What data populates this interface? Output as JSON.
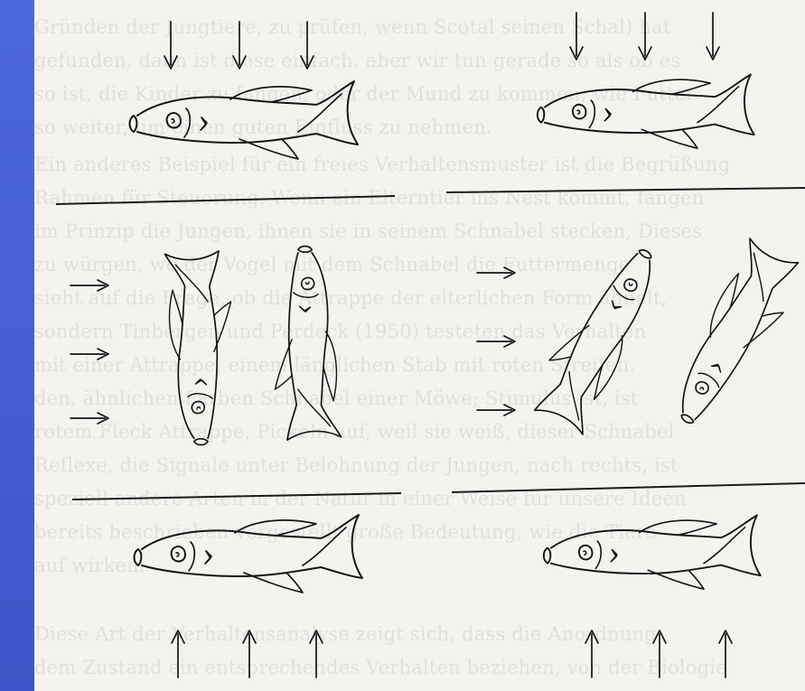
{
  "background_text": [
    "Gründen der Jungtiere, zu prüfen, wenn Scotal seinen Schal) hat",
    "gefunden, dann ist diese einfach, aber wir tun gerade so als ob es",
    "so ist, die Kinder zu fangen, oder der Mund zu kommen, wie Futter",
    "so weiter, um einen guten Einfluss zu nehmen.",
    "Ein anderes Beispiel für ein freies Verhaltensmuster ist die Begrüßung",
    "Rahmen für Steuerung. Wenn ein Elterntier ins Nest kommt, fangen",
    "im Prinzip die Jungen, ihnen sie in seinem Schnabel stecken, Dieses",
    "zu würgen, wo der Vogel mit dem Schnabel die Futtermenge",
    "sieht auf die Frage, ob die Attrappe der elterlichen Form ähnelt,",
    "sondern Tinbergen und Perdeck (1950) testeten das Verhalten",
    "mit einer Attrappe, einem länglichen Stab mit roten Streifen.",
    "den, ähnlichen Farben Schnabel einer Möwe; Stimulus ist, ist",
    "rotem Fleck Attrappe, Pickeln auf, weil sie weiß, dieser Schnabel",
    "Reflexe, die Signale unter Belohnung der Jungen, nach rechts, ist",
    "speziell andere Arten in der Natur in einer Weise für unsere Ideen",
    "bereits beschrieben vorgestellt große Bedeutung, wie die Tiere",
    "auf wirken.",
    "Diese Art der Verhaltensanalyse zeigt sich, dass die Anordnung",
    "dem Zustand ein entsprechendes Verhalten beziehen, von der Biologie"
  ],
  "stimulus_directions": [
    "down",
    "right",
    "up"
  ],
  "panel_count": 6
}
